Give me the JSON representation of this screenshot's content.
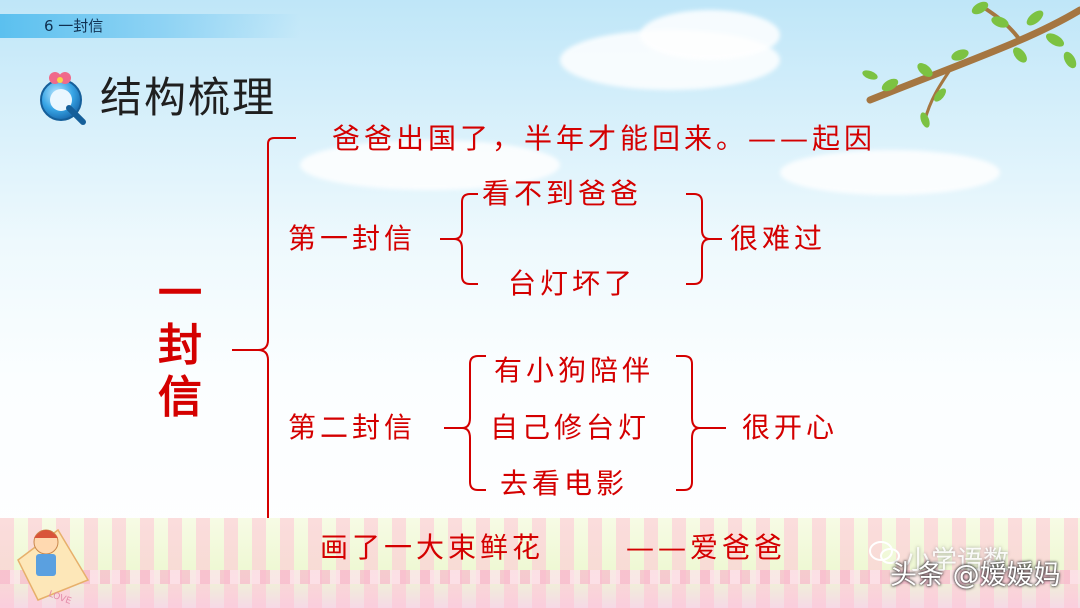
{
  "header": {
    "lesson_label": "6  一封信"
  },
  "section": {
    "title": "结构梳理"
  },
  "diagram": {
    "main_title": "一封信",
    "cause": "爸爸出国了，半年才能回来。——起因",
    "letter1": {
      "label": "第一封信",
      "items": [
        "看不到爸爸",
        "台灯坏了"
      ],
      "feeling": "很难过"
    },
    "letter2": {
      "label": "第二封信",
      "items": [
        "有小狗陪伴",
        "自己修台灯",
        "去看电影"
      ],
      "feeling": "很开心"
    },
    "ending": {
      "action": "画了一大束鲜花",
      "theme": "——爱爸爸"
    }
  },
  "watermark": {
    "account": "小学语数",
    "source": "头条 @嫒嫒妈"
  },
  "decoration": {
    "kite_text": "LOVE"
  },
  "colors": {
    "content_red": "#d40000",
    "header_blue": "#5bc0ef",
    "sky_top": "#bfe6f8"
  },
  "icons": {
    "title_icon": "magnifier-q-icon",
    "wechat_icon": "wechat-icon"
  }
}
